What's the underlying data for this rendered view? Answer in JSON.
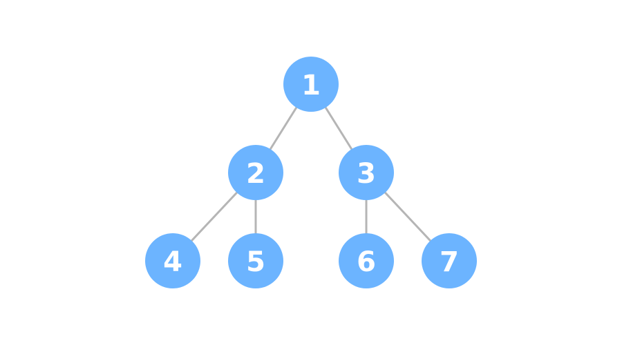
{
  "tree": {
    "node_color": "#6cb4ff",
    "edge_color": "#b5b5b5",
    "nodes": [
      {
        "id": "n1",
        "label": "1"
      },
      {
        "id": "n2",
        "label": "2"
      },
      {
        "id": "n3",
        "label": "3"
      },
      {
        "id": "n4",
        "label": "4"
      },
      {
        "id": "n5",
        "label": "5"
      },
      {
        "id": "n6",
        "label": "6"
      },
      {
        "id": "n7",
        "label": "7"
      }
    ],
    "edges": [
      {
        "from": "n1",
        "to": "n2"
      },
      {
        "from": "n1",
        "to": "n3"
      },
      {
        "from": "n2",
        "to": "n4"
      },
      {
        "from": "n2",
        "to": "n5"
      },
      {
        "from": "n3",
        "to": "n6"
      },
      {
        "from": "n3",
        "to": "n7"
      }
    ]
  }
}
